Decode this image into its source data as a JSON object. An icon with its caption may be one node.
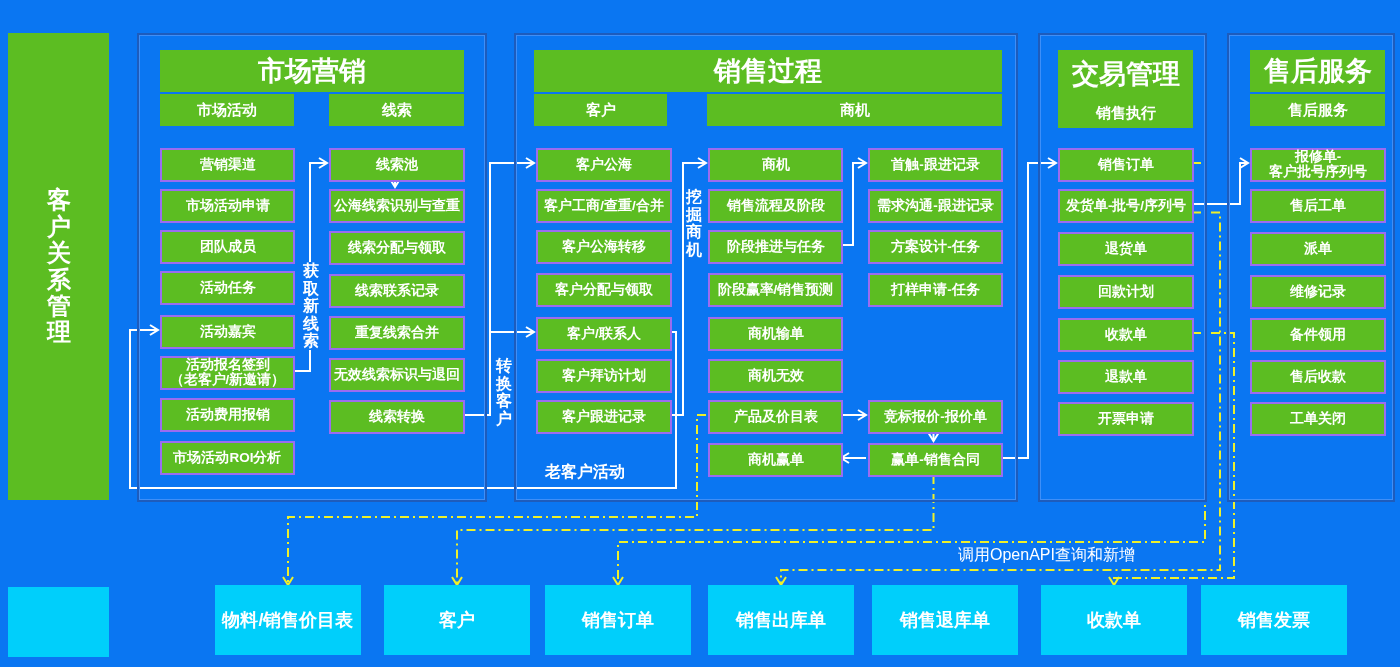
{
  "diagram": {
    "nodes": [
      {
        "text": [
          "客户关系管理"
        ]
      },
      {
        "text": [],
        "shape": "box"
      },
      {
        "text": [
          "市场营销"
        ],
        "in": 1
      },
      {
        "text": [
          "市场活动"
        ],
        "in": 1
      },
      {
        "text": [
          "线索"
        ],
        "in": 1
      },
      {
        "text": [
          "营销渠道"
        ],
        "in": 1
      },
      {
        "text": [
          "市场活动申请"
        ],
        "in": 1
      },
      {
        "text": [
          "团队成员"
        ],
        "in": 1
      },
      {
        "text": [
          "活动任务"
        ],
        "in": 1
      },
      {
        "text": [
          "活动嘉宾"
        ],
        "in": 1
      },
      {
        "text": [
          "活动报名签到（老客户/新邀请）"
        ],
        "in": 1
      },
      {
        "text": [
          "活动费用报销"
        ],
        "in": 1
      },
      {
        "text": [
          "市场活动ROI分析"
        ],
        "in": 1
      },
      {
        "text": [
          "线索池"
        ],
        "in": 1
      },
      {
        "text": [
          "公海线索识别与查重"
        ],
        "in": 1
      },
      {
        "text": [
          "线索分配与领取"
        ],
        "in": 1
      },
      {
        "text": [
          "线索联系记录"
        ],
        "in": 1
      },
      {
        "text": [
          "重复线索合并"
        ],
        "in": 1
      },
      {
        "text": [
          "无效线索标识与退回"
        ],
        "in": 1
      },
      {
        "text": [
          "线索转换"
        ],
        "in": 1
      },
      {
        "text": [],
        "shape": "box"
      },
      {
        "text": [
          "销售过程"
        ],
        "in": 20
      },
      {
        "text": [
          "客户"
        ],
        "in": 20
      },
      {
        "text": [
          "商机"
        ],
        "in": 20
      },
      {
        "text": [
          "客户公海"
        ],
        "in": 20
      },
      {
        "text": [
          "客户工商/查重/合并"
        ],
        "in": 20
      },
      {
        "text": [
          "客户公海转移"
        ],
        "in": 20
      },
      {
        "text": [
          "客户分配与领取"
        ],
        "in": 20
      },
      {
        "text": [
          "客户/联系人"
        ],
        "in": 20
      },
      {
        "text": [
          "客户拜访计划"
        ],
        "in": 20
      },
      {
        "text": [
          "客户跟进记录"
        ],
        "in": 20
      },
      {
        "text": [
          "商机"
        ],
        "in": 20
      },
      {
        "text": [
          "销售流程及阶段"
        ],
        "in": 20
      },
      {
        "text": [
          "阶段推进与任务"
        ],
        "in": 20
      },
      {
        "text": [
          "阶段赢率/销售预测"
        ],
        "in": 20
      },
      {
        "text": [
          "商机输单"
        ],
        "in": 20
      },
      {
        "text": [
          "商机无效"
        ],
        "in": 20
      },
      {
        "text": [
          "产品及价目表"
        ],
        "in": 20
      },
      {
        "text": [
          "商机赢单"
        ],
        "in": 20
      },
      {
        "text": [
          "首触-跟进记录"
        ],
        "in": 20
      },
      {
        "text": [
          "需求沟通-跟进记录"
        ],
        "in": 20
      },
      {
        "text": [
          "方案设计-任务"
        ],
        "in": 20
      },
      {
        "text": [
          "打样申请-任务"
        ],
        "in": 20
      },
      {
        "text": [
          "竞标报价-报价单"
        ],
        "in": 20
      },
      {
        "text": [
          "赢单-销售合同"
        ],
        "in": 20
      },
      {
        "text": [],
        "shape": "box"
      },
      {
        "text": [
          "交易管理",
          "销售执行"
        ],
        "in": 45
      },
      {
        "text": [
          "销售订单"
        ],
        "in": 45
      },
      {
        "text": [
          "发货单-批号/序列号"
        ],
        "in": 45
      },
      {
        "text": [
          "退货单"
        ],
        "in": 45
      },
      {
        "text": [
          "回款计划"
        ],
        "in": 45
      },
      {
        "text": [
          "收款单"
        ],
        "in": 45
      },
      {
        "text": [
          "退款单"
        ],
        "in": 45
      },
      {
        "text": [
          "开票申请"
        ],
        "in": 45
      },
      {
        "text": [],
        "shape": "box"
      },
      {
        "text": [
          "售后服务"
        ],
        "in": 54
      },
      {
        "text": [
          "售后服务"
        ],
        "in": 54
      },
      {
        "text": [
          "报修单-客户批号序列号"
        ],
        "in": 54
      },
      {
        "text": [
          "售后工单"
        ],
        "in": 54
      },
      {
        "text": [
          "派单"
        ],
        "in": 54
      },
      {
        "text": [
          "维修记录"
        ],
        "in": 54
      },
      {
        "text": [
          "备件领用"
        ],
        "in": 54
      },
      {
        "text": [
          "售后收款"
        ],
        "in": 54
      },
      {
        "text": [
          "工单关闭"
        ],
        "in": 54
      },
      {
        "text": [],
        "shape": "box"
      },
      {
        "text": [
          "物料/销售价目表"
        ]
      },
      {
        "text": [
          "客户"
        ]
      },
      {
        "text": [
          "销售订单"
        ]
      },
      {
        "text": [
          "销售出库单"
        ]
      },
      {
        "text": [
          "销售退库单"
        ]
      },
      {
        "text": [
          "收款单"
        ]
      },
      {
        "text": [
          "销售发票"
        ]
      }
    ],
    "edges": [
      {
        "from": 10,
        "to": 13,
        "arrow": "to",
        "label": "获取新线索"
      },
      {
        "from": 13,
        "to": 14,
        "arrow": "to"
      },
      {
        "from": 19,
        "to": 24,
        "arrow": "to",
        "label": "转换客户"
      },
      {
        "from": 19,
        "to": 28,
        "arrow": "to"
      },
      {
        "from": 30,
        "to": 31,
        "arrow": "to",
        "label": "挖掘商机"
      },
      {
        "from": 28,
        "to": 9,
        "arrow": "to",
        "label": "老客户活动"
      },
      {
        "from": 33,
        "to": 39,
        "arrow": "to"
      },
      {
        "from": 37,
        "to": 43,
        "arrow": "to"
      },
      {
        "from": 43,
        "to": 44,
        "arrow": "to"
      },
      {
        "from": 44,
        "to": 38,
        "arrow": "to"
      },
      {
        "from": 44,
        "to": 47,
        "arrow": "to"
      },
      {
        "from": 48,
        "to": 57,
        "arrow": "to"
      },
      {
        "from": 37,
        "to": 65,
        "arrow": "to",
        "style": "dashed",
        "color": "#eef02a"
      },
      {
        "from": 44,
        "to": 66,
        "arrow": "to",
        "style": "dashed",
        "color": "#eef02a"
      },
      {
        "from": 47,
        "to": 67,
        "arrow": "to",
        "style": "dashed",
        "color": "#eef02a"
      },
      {
        "from": 48,
        "to": 68,
        "arrow": "to",
        "style": "dashed",
        "color": "#eef02a"
      },
      {
        "from": 51,
        "to": 70,
        "arrow": "to",
        "style": "dashed",
        "color": "#eef02a"
      }
    ],
    "labels": [
      "调用OpenAPI查询和新增"
    ]
  }
}
